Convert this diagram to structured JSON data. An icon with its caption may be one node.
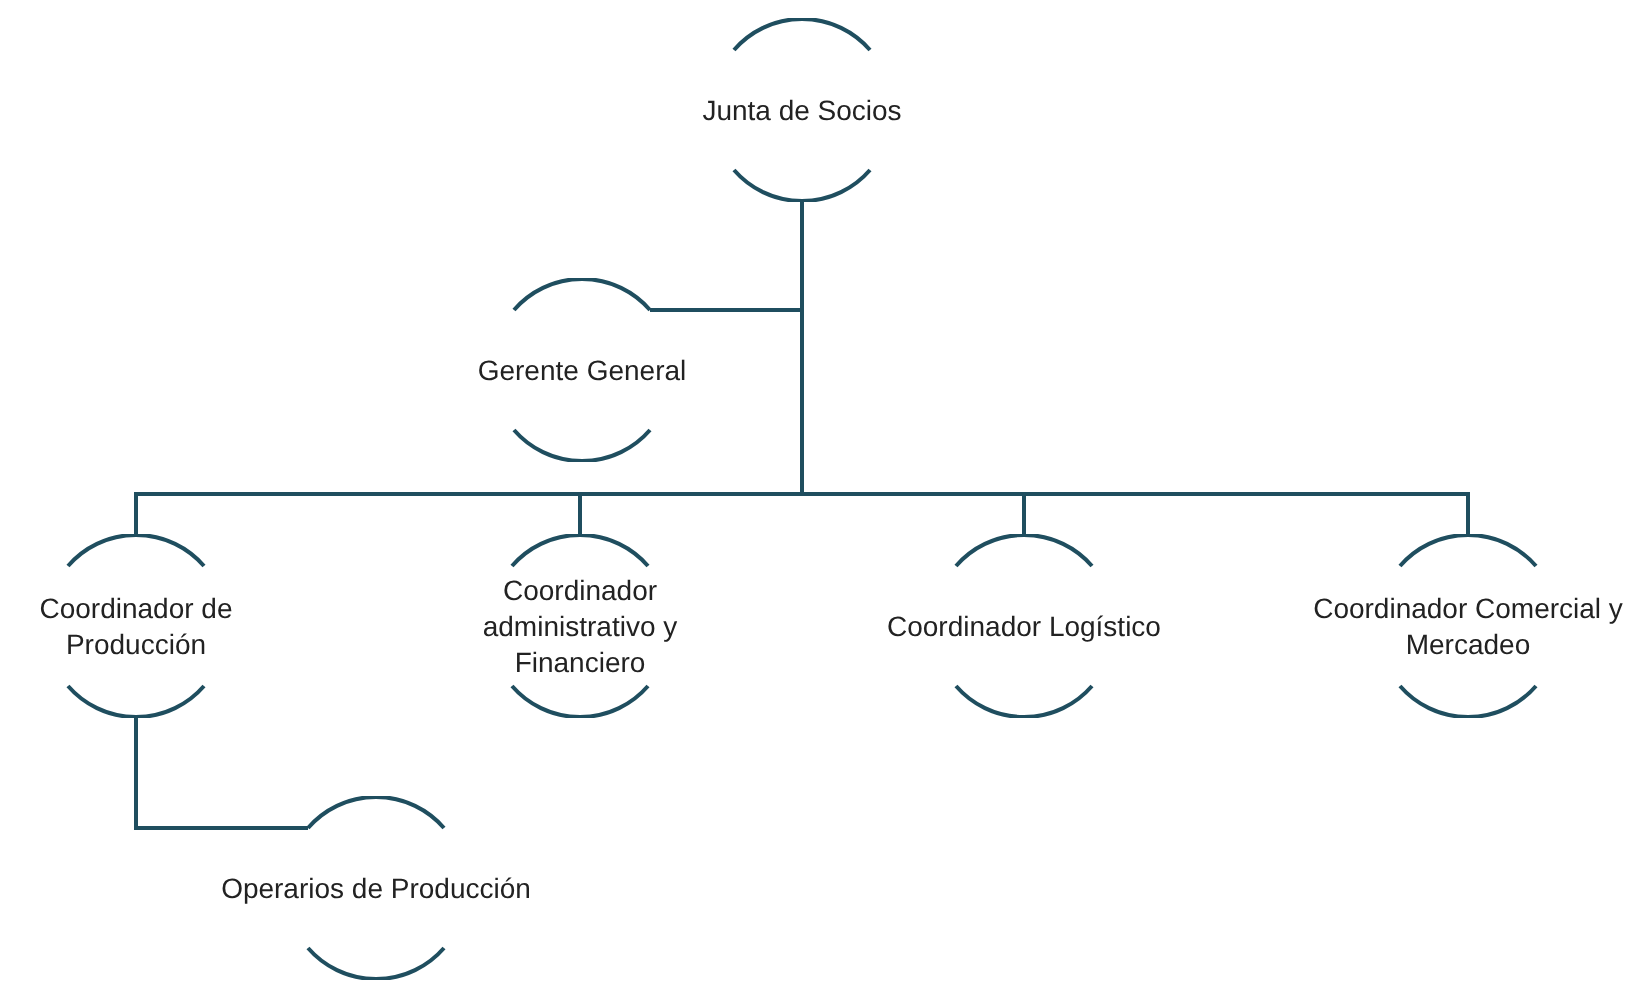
{
  "diagram": {
    "nodes": [
      {
        "text": [
          "Junta de Socios"
        ]
      },
      {
        "text": [
          "Gerente General"
        ]
      },
      {
        "text": [
          "Coordinador de Producción"
        ]
      },
      {
        "text": [
          "Coordinador administrativo y Financiero"
        ]
      },
      {
        "text": [
          "Coordinador Logístico"
        ]
      },
      {
        "text": [
          "Coordinador Comercial y Mercadeo"
        ]
      },
      {
        "text": [
          "Operarios de Producción"
        ]
      }
    ],
    "edges": [
      {
        "from": 0,
        "to": 1,
        "arrow": "none"
      },
      {
        "from": 0,
        "to": 2,
        "arrow": "none"
      },
      {
        "from": 0,
        "to": 3,
        "arrow": "none"
      },
      {
        "from": 0,
        "to": 4,
        "arrow": "none"
      },
      {
        "from": 0,
        "to": 5,
        "arrow": "none"
      },
      {
        "from": 2,
        "to": 6,
        "arrow": "none"
      }
    ]
  }
}
